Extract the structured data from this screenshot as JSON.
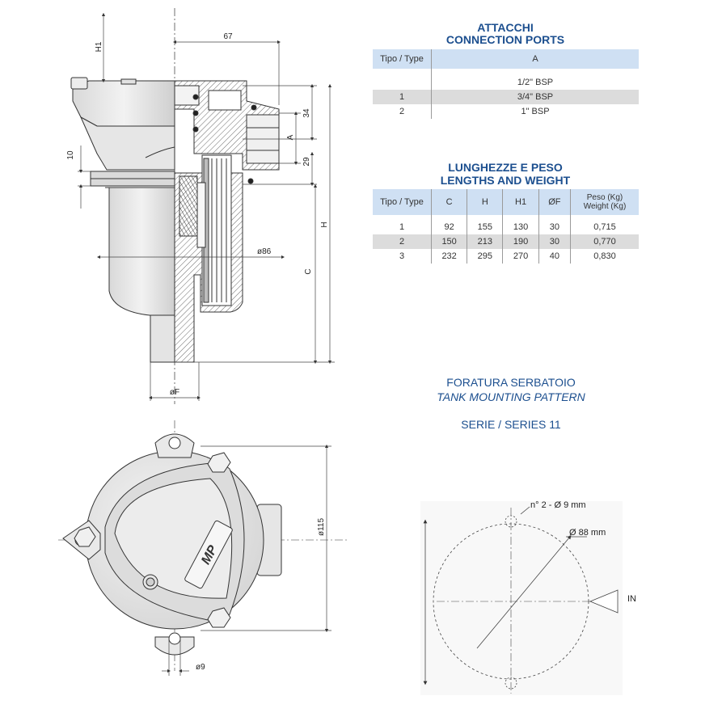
{
  "ports_section": {
    "title_it": "ATTACCHI",
    "title_en": "CONNECTION PORTS",
    "headers": [
      "Tipo / Type",
      "A"
    ],
    "rows": [
      [
        "",
        "1/2\" BSP"
      ],
      [
        "1",
        "3/4\" BSP"
      ],
      [
        "2",
        "1\" BSP"
      ]
    ]
  },
  "weights_section": {
    "title_it": "LUNGHEZZE E PESO",
    "title_en": "LENGTHS AND WEIGHT",
    "headers": [
      "Tipo / Type",
      "C",
      "H",
      "H1",
      "ØF",
      "Peso (Kg)",
      "Weight (Kg)"
    ],
    "rows": [
      [
        "1",
        "92",
        "155",
        "130",
        "30",
        "0,715"
      ],
      [
        "2",
        "150",
        "213",
        "190",
        "30",
        "0,770"
      ],
      [
        "3",
        "232",
        "295",
        "270",
        "40",
        "0,830"
      ]
    ]
  },
  "mounting_section": {
    "title_it": "FORATURA SERBATOIO",
    "title_en": "TANK MOUNTING PATTERN",
    "series": "SERIE / SERIES 11",
    "hole_label": "n° 2 - Ø 9 mm",
    "diameter_label": "Ø 88 mm",
    "inlet_label": "IN"
  },
  "side_view": {
    "dim_h1": "H1",
    "dim_67": "67",
    "dim_34": "34",
    "dim_a": "A",
    "dim_29": "29",
    "dim_10": "10",
    "dim_h": "H",
    "dim_c": "C",
    "dim_86": "ø86",
    "dim_f": "øF"
  },
  "top_view": {
    "dim_115": "ø115",
    "dim_9": "ø9",
    "logo": "MP"
  },
  "colors": {
    "title_blue": "#1c4f8f",
    "header_blue": "#cfe0f3",
    "row_grey": "#dcdcdc"
  }
}
